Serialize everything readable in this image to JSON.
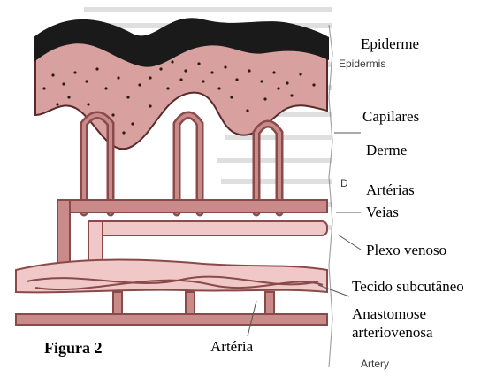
{
  "labels": {
    "epiderme": "Epiderme",
    "capilares": "Capilares",
    "derme": "Derme",
    "arterias": "Artérias",
    "veias": "Veias",
    "plexo_venoso": "Plexo venoso",
    "tecido_subcutaneo": "Tecido subcutâneo",
    "anastomose_line1": "Anastomose",
    "anastomose_line2": "arteriovenosa",
    "arteria": "Artéria"
  },
  "caption": "Figura 2",
  "scan_labels": {
    "epidermis": "Epidermis",
    "dermis_fragment": "D",
    "artery": "Artery"
  },
  "colors": {
    "epidermis_dark": "#1a1a1a",
    "dermis_pink": "#d9a0a0",
    "vessel_outline": "#8a4a4a",
    "vessel_fill": "#c98a8a",
    "vessel_light": "#f0c8c8"
  }
}
